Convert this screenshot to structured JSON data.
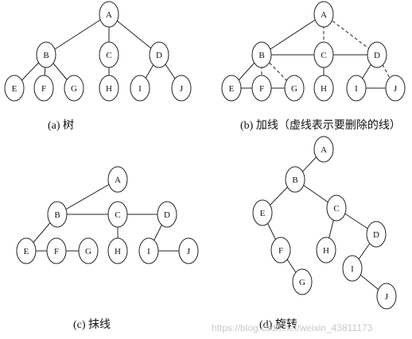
{
  "panels": [
    {
      "id": "a",
      "caption": "(a)  树",
      "nodes": [
        "A",
        "B",
        "C",
        "D",
        "E",
        "F",
        "G",
        "H",
        "I",
        "J"
      ],
      "edges": [
        [
          "A",
          "B",
          "solid"
        ],
        [
          "A",
          "C",
          "solid"
        ],
        [
          "A",
          "D",
          "solid"
        ],
        [
          "B",
          "E",
          "solid"
        ],
        [
          "B",
          "F",
          "solid"
        ],
        [
          "B",
          "G",
          "solid"
        ],
        [
          "C",
          "H",
          "solid"
        ],
        [
          "D",
          "I",
          "solid"
        ],
        [
          "D",
          "J",
          "solid"
        ]
      ]
    },
    {
      "id": "b",
      "caption": "(b)  加线（虚线表示要删除的线）",
      "nodes": [
        "A",
        "B",
        "C",
        "D",
        "E",
        "F",
        "G",
        "H",
        "I",
        "J"
      ],
      "edges": [
        [
          "A",
          "B",
          "solid"
        ],
        [
          "A",
          "C",
          "dashed"
        ],
        [
          "A",
          "D",
          "dashed"
        ],
        [
          "B",
          "C",
          "solid"
        ],
        [
          "C",
          "D",
          "solid"
        ],
        [
          "B",
          "E",
          "solid"
        ],
        [
          "B",
          "F",
          "dashed"
        ],
        [
          "B",
          "G",
          "dashed"
        ],
        [
          "E",
          "F",
          "solid"
        ],
        [
          "F",
          "G",
          "solid"
        ],
        [
          "C",
          "H",
          "solid"
        ],
        [
          "D",
          "I",
          "solid"
        ],
        [
          "D",
          "J",
          "dashed"
        ],
        [
          "I",
          "J",
          "solid"
        ]
      ]
    },
    {
      "id": "c",
      "caption": "(c)  抹线",
      "nodes": [
        "A",
        "B",
        "C",
        "D",
        "E",
        "F",
        "G",
        "H",
        "I",
        "J"
      ],
      "edges": [
        [
          "A",
          "B",
          "solid"
        ],
        [
          "B",
          "C",
          "solid"
        ],
        [
          "C",
          "D",
          "solid"
        ],
        [
          "B",
          "E",
          "solid"
        ],
        [
          "E",
          "F",
          "solid"
        ],
        [
          "F",
          "G",
          "solid"
        ],
        [
          "C",
          "H",
          "solid"
        ],
        [
          "D",
          "I",
          "solid"
        ],
        [
          "I",
          "J",
          "solid"
        ]
      ]
    },
    {
      "id": "d",
      "caption": "(d)  旋转",
      "nodes": [
        "A",
        "B",
        "C",
        "D",
        "E",
        "F",
        "G",
        "H",
        "I",
        "J"
      ],
      "edges": [
        [
          "A",
          "B",
          "solid"
        ],
        [
          "B",
          "E",
          "solid"
        ],
        [
          "B",
          "C",
          "solid"
        ],
        [
          "E",
          "F",
          "solid"
        ],
        [
          "F",
          "G",
          "solid"
        ],
        [
          "C",
          "H",
          "solid"
        ],
        [
          "C",
          "D",
          "solid"
        ],
        [
          "D",
          "I",
          "solid"
        ],
        [
          "I",
          "J",
          "solid"
        ]
      ]
    }
  ],
  "watermark": "https://blog.csdn.net/weixin_43811173"
}
